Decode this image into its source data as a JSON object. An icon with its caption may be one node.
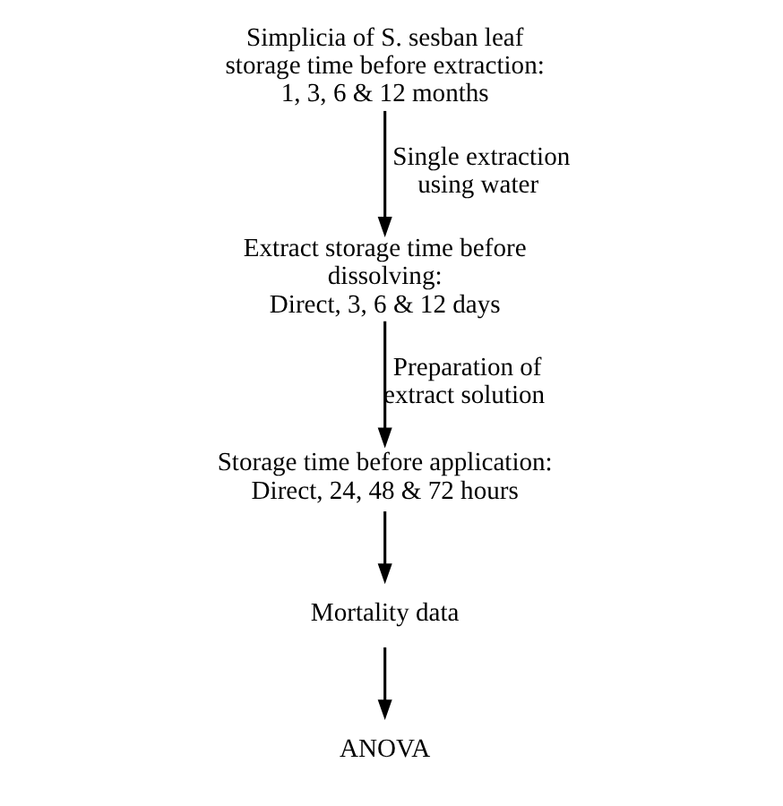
{
  "diagram": {
    "nodes": [
      {
        "text": [
          "Simplicia of S. sesban leaf storage time before extraction:",
          "1, 3, 6 & 12 months"
        ]
      },
      {
        "text": [
          "Extract storage time before dissolving:",
          "Direct, 3, 6 & 12 days"
        ]
      },
      {
        "text": [
          "Storage time before application:",
          "Direct, 24, 48 & 72 hours"
        ]
      },
      {
        "text": [
          "Mortality data"
        ]
      },
      {
        "text": [
          "ANOVA"
        ]
      }
    ],
    "edges": [
      {
        "from": 0,
        "to": 1,
        "arrow": "to",
        "label": "Single extraction using water"
      },
      {
        "from": 1,
        "to": 2,
        "arrow": "to",
        "label": "Preparation of extract solution"
      },
      {
        "from": 2,
        "to": 3,
        "arrow": "to"
      },
      {
        "from": 3,
        "to": 4,
        "arrow": "to"
      }
    ]
  }
}
